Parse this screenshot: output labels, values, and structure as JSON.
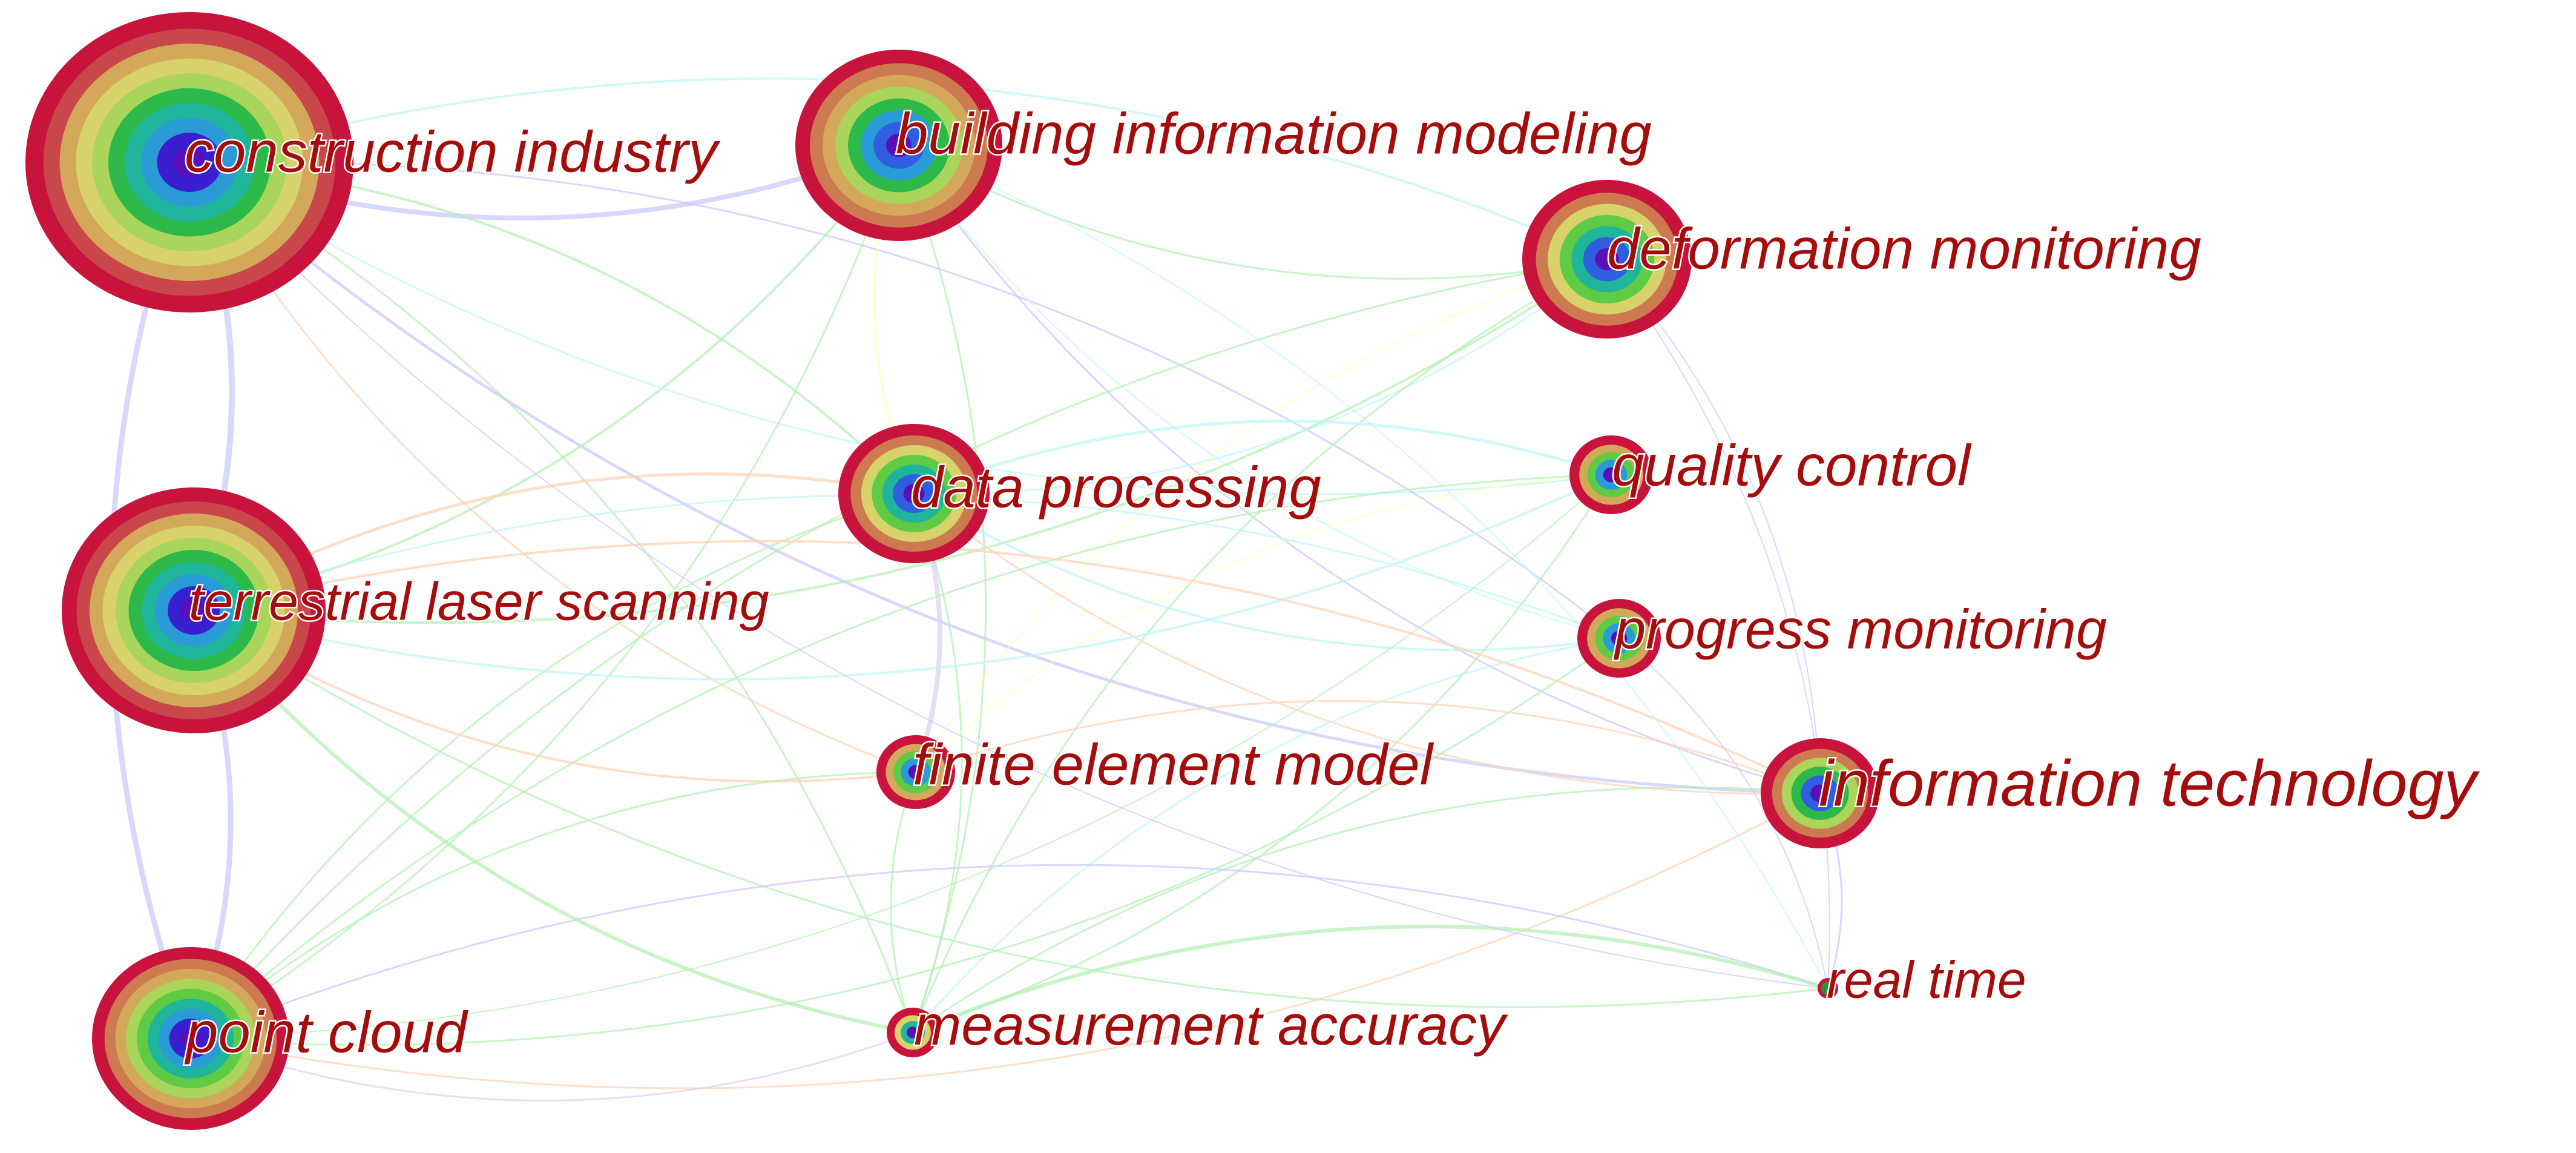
{
  "network": {
    "nodes": [
      {
        "id": "construction-industry",
        "label": "construction industry",
        "rings": 10
      },
      {
        "id": "building-information-modeling",
        "label": "building information modeling",
        "rings": 8
      },
      {
        "id": "deformation-monitoring",
        "label": "deformation monitoring",
        "rings": 7
      },
      {
        "id": "data-processing",
        "label": "data processing",
        "rings": 7
      },
      {
        "id": "quality-control",
        "label": "quality control",
        "rings": 5
      },
      {
        "id": "terrestrial-laser-scanning",
        "label": "terrestrial laser scanning",
        "rings": 10
      },
      {
        "id": "progress-monitoring",
        "label": "progress monitoring",
        "rings": 5
      },
      {
        "id": "finite-element-model",
        "label": "finite element model",
        "rings": 5
      },
      {
        "id": "information-technology",
        "label": "information technology",
        "rings": 6
      },
      {
        "id": "point-cloud",
        "label": "point cloud",
        "rings": 9
      },
      {
        "id": "measurement-accuracy",
        "label": "measurement accuracy",
        "rings": 4
      },
      {
        "id": "real-time",
        "label": "real time",
        "rings": 1
      }
    ],
    "ring_colors": [
      "#c8143c",
      "#c9464a",
      "#cd7a50",
      "#d4a85a",
      "#d8d26a",
      "#a9d55a",
      "#5fcb45",
      "#2db84a",
      "#1fb59a",
      "#2a9bd6",
      "#2f5fe0",
      "#3a1fd0",
      "#5a10b8"
    ],
    "link_colors": [
      "#c8c8ff",
      "#b0f0b0",
      "#bff5f5",
      "#ffd2b4",
      "#ffffb4",
      "#dcd2f0"
    ]
  }
}
